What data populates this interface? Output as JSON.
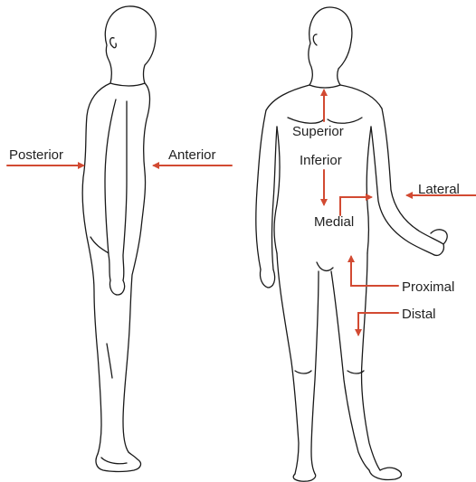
{
  "labels": {
    "posterior": "Posterior",
    "anterior": "Anterior",
    "superior": "Superior",
    "inferior": "Inferior",
    "lateral": "Lateral",
    "medial": "Medial",
    "proximal": "Proximal",
    "distal": "Distal"
  },
  "colors": {
    "arrow": "#d24a32",
    "outline": "#1a1a1a",
    "text": "#222222",
    "background": "#ffffff"
  }
}
